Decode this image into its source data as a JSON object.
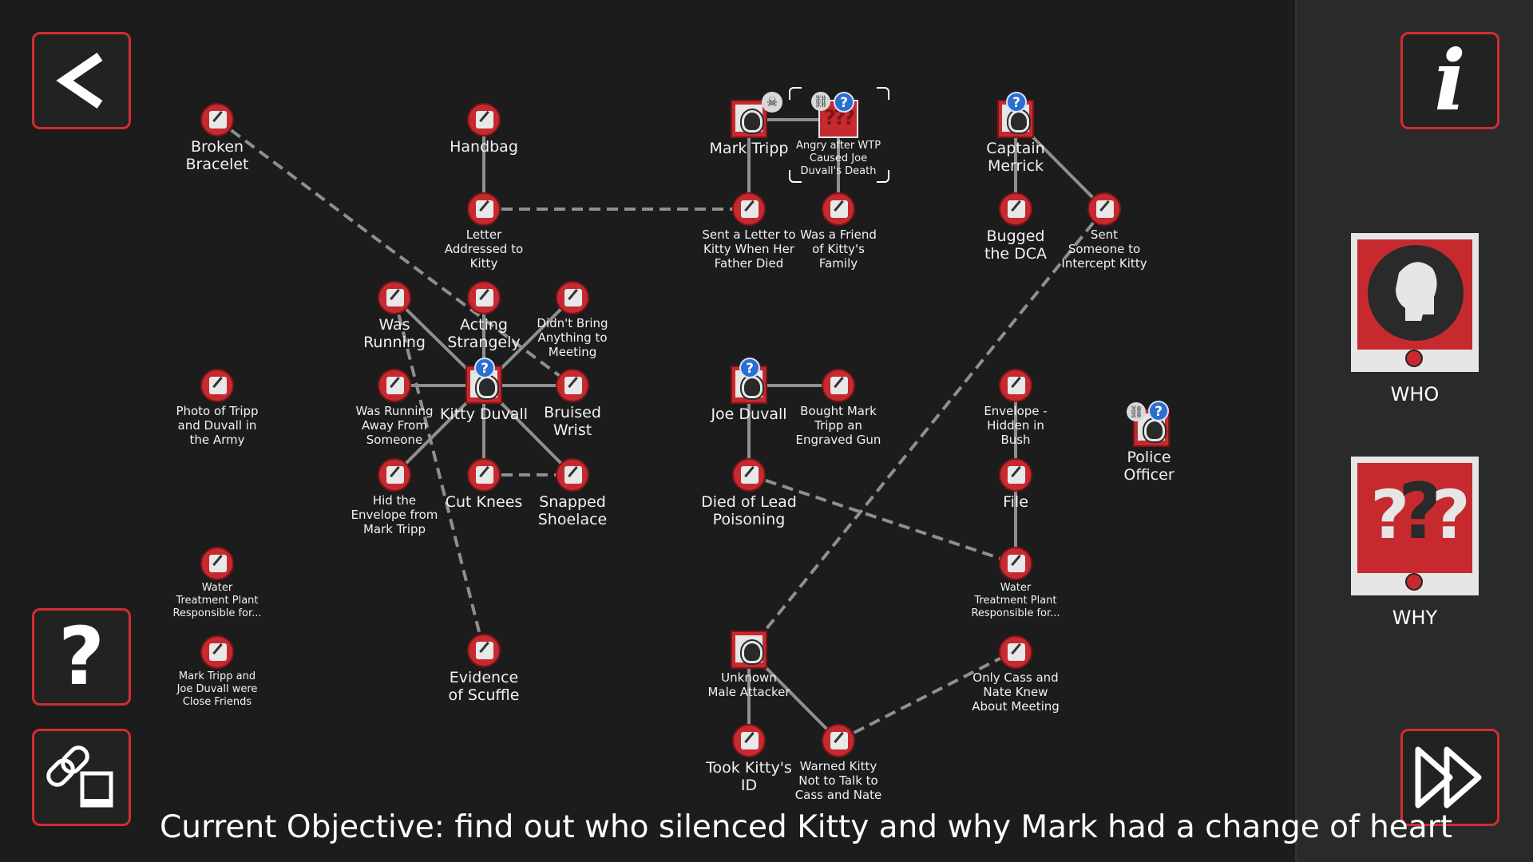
{
  "objective": "Current Objective: find out who silenced Kitty and why Mark had a change of heart",
  "buttons": {
    "back_glyph": "<",
    "help_glyph": "?",
    "info_glyph": "i"
  },
  "sidebar": {
    "who_label": "WHO",
    "why_label": "WHY"
  },
  "nodes": {
    "broken_bracelet": "Broken\nBracelet",
    "handbag": "Handbag",
    "letter": "Letter\nAddressed to\nKitty",
    "was_running": "Was\nRunning",
    "acting_strangely": "Acting\nStrangely",
    "didnt_bring": "Didn't Bring\nAnything to\nMeeting",
    "photo": "Photo of Tripp\nand Duvall in\nthe Army",
    "running_away": "Was Running\nAway From\nSomeone",
    "kitty": "Kitty Duvall",
    "bruised_wrist": "Bruised\nWrist",
    "hid_envelope": "Hid the\nEnvelope from\nMark Tripp",
    "cut_knees": "Cut Knees",
    "snapped_shoelace": "Snapped\nShoelace",
    "water_plant_a": "Water\nTreatment Plant\nResponsible for...",
    "close_friends": "Mark Tripp and\nJoe Duvall were\nClose Friends",
    "scuffle": "Evidence\nof Scuffle",
    "mark_tripp": "Mark Tripp",
    "angry_after": "Angry after WTP\nCaused Joe\nDuvall's Death",
    "sent_letter": "Sent a Letter to\nKitty When Her\nFather Died",
    "friend_family": "Was a Friend\nof Kitty's\nFamily",
    "joe_duvall": "Joe Duvall",
    "bought_gun": "Bought Mark\nTripp an\nEngraved Gun",
    "lead_poisoning": "Died of Lead\nPoisoning",
    "unknown_attacker": "Unknown\nMale Attacker",
    "took_id": "Took Kitty's\nID",
    "warned_kitty": "Warned Kitty\nNot to Talk to\nCass and Nate",
    "captain_merrick": "Captain\nMerrick",
    "bugged_dca": "Bugged\nthe DCA",
    "sent_someone": "Sent\nSomeone to\nIntercept Kitty",
    "envelope_bush": "Envelope -\nHidden in\nBush",
    "file": "File",
    "water_plant_b": "Water\nTreatment Plant\nResponsible for...",
    "only_cass": "Only Cass and\nNate Knew\nAbout Meeting",
    "police_officer": "Police\nOfficer"
  },
  "colors": {
    "accent_red": "#c62a2f",
    "badge_blue": "#2a6fd0",
    "background": "#1c1c1d",
    "link_gray": "#8f8f8f"
  }
}
